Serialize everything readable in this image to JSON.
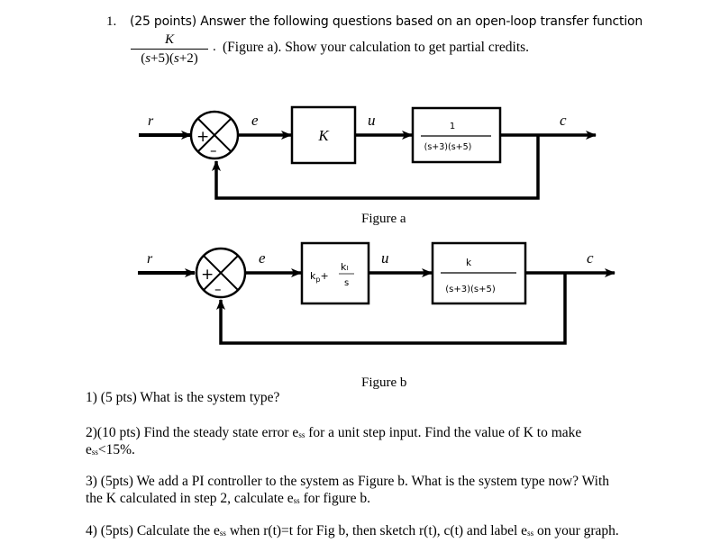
{
  "header": {
    "question_number": "1.",
    "intro": "(25 points) Answer the following questions based on an open-loop transfer function",
    "transfer_function": {
      "numerator": "K",
      "denominator_parts": [
        "(",
        "s",
        "+5)(",
        "s",
        "+2)"
      ]
    },
    "after_fraction_dot": ".",
    "rest": "(Figure a). Show your calculation to get partial credits."
  },
  "figure_a": {
    "caption": "Figure a",
    "input_label": "r",
    "error_label": "e",
    "control_label": "u",
    "output_label": "c",
    "sum_plus": "+",
    "sum_minus": "–",
    "controller_block": "K",
    "plant_numerator": "1",
    "plant_denominator": "(s+3)(s+5)"
  },
  "figure_b": {
    "caption": "Figure b",
    "input_label": "r",
    "error_label": "e",
    "control_label": "u",
    "output_label": "c",
    "sum_plus": "+",
    "sum_minus": "–",
    "controller_kp": "k",
    "controller_kp_sub": "p",
    "controller_plus": "+",
    "controller_ki_num": "k",
    "controller_ki_sub": "I",
    "controller_ki_den": "s",
    "plant_numerator": "k",
    "plant_denominator": "(s+3)(s+5)"
  },
  "questions": {
    "q1": "1) (5 pts) What is the system type?",
    "q2_line1_a": "2)(10 pts) Find the steady state error e",
    "q2_line1_sub": "ss",
    "q2_line1_b": " for a unit step input. Find the value of K to make",
    "q2_line2_a": "e",
    "q2_line2_sub": "ss",
    "q2_line2_b": "<15%.",
    "q3_line1": "3) (5pts) We add a PI controller to the system as Figure b. What is the system type now? With",
    "q3_line2_a": "the K calculated in step 2, calculate e",
    "q3_line2_sub": "ss",
    "q3_line2_b": " for figure b.",
    "q4_a": "4) (5pts) Calculate the e",
    "q4_sub": "ss",
    "q4_b": " when r(t)=t for Fig b, then sketch r(t), c(t) and label e",
    "q4_sub2": "ss",
    "q4_c": " on your graph."
  }
}
